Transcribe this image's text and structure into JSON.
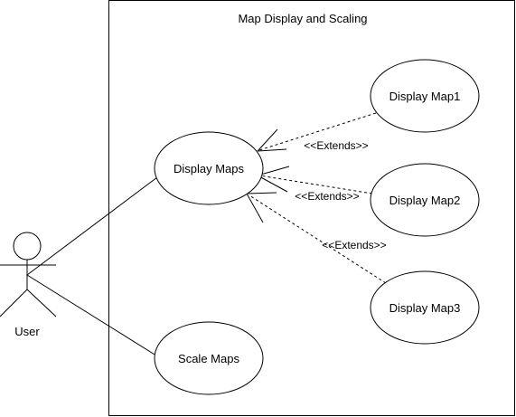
{
  "system": {
    "title": "Map Display and Scaling"
  },
  "actor": {
    "name": "User"
  },
  "use_cases": {
    "display_maps": "Display Maps",
    "scale_maps": "Scale Maps",
    "display_map1": "Display Map1",
    "display_map2": "Display Map2",
    "display_map3": "Display Map3"
  },
  "relations": {
    "extends_1": "<<Extends>>",
    "extends_2": "<<Extends>>",
    "extends_3": "<<Extends>>"
  }
}
